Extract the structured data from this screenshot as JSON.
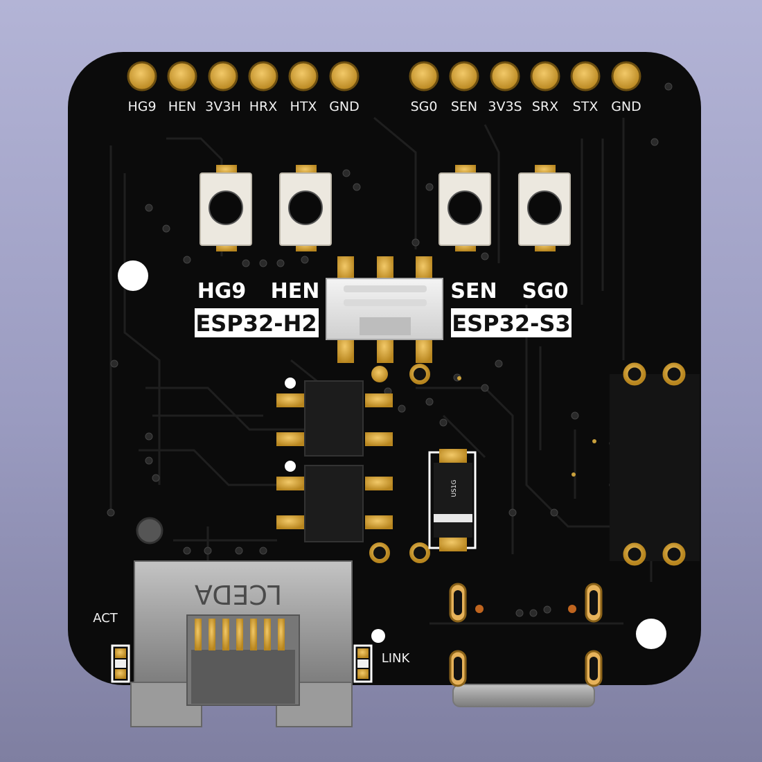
{
  "pin_headers": {
    "left": [
      "HG9",
      "HEN",
      "3V3H",
      "HRX",
      "HTX",
      "GND"
    ],
    "right": [
      "SG0",
      "SEN",
      "3V3S",
      "SRX",
      "STX",
      "GND"
    ]
  },
  "switch_labels": {
    "h_pins": [
      "HG9",
      "HEN"
    ],
    "s_pins": [
      "SEN",
      "SG0"
    ],
    "left_module": "ESP32-H2",
    "right_module": "ESP32-S3"
  },
  "rj45_logo": "LCEDA",
  "led_labels": {
    "act": "ACT",
    "link": "LINK"
  },
  "diode_marking": "US1G",
  "colors": {
    "board": "#0b0b0b",
    "gold": "#cfa13b",
    "silkscreen": "#f2f2f2",
    "trace": "#1e1e1e",
    "background": "#a5a6c9"
  }
}
